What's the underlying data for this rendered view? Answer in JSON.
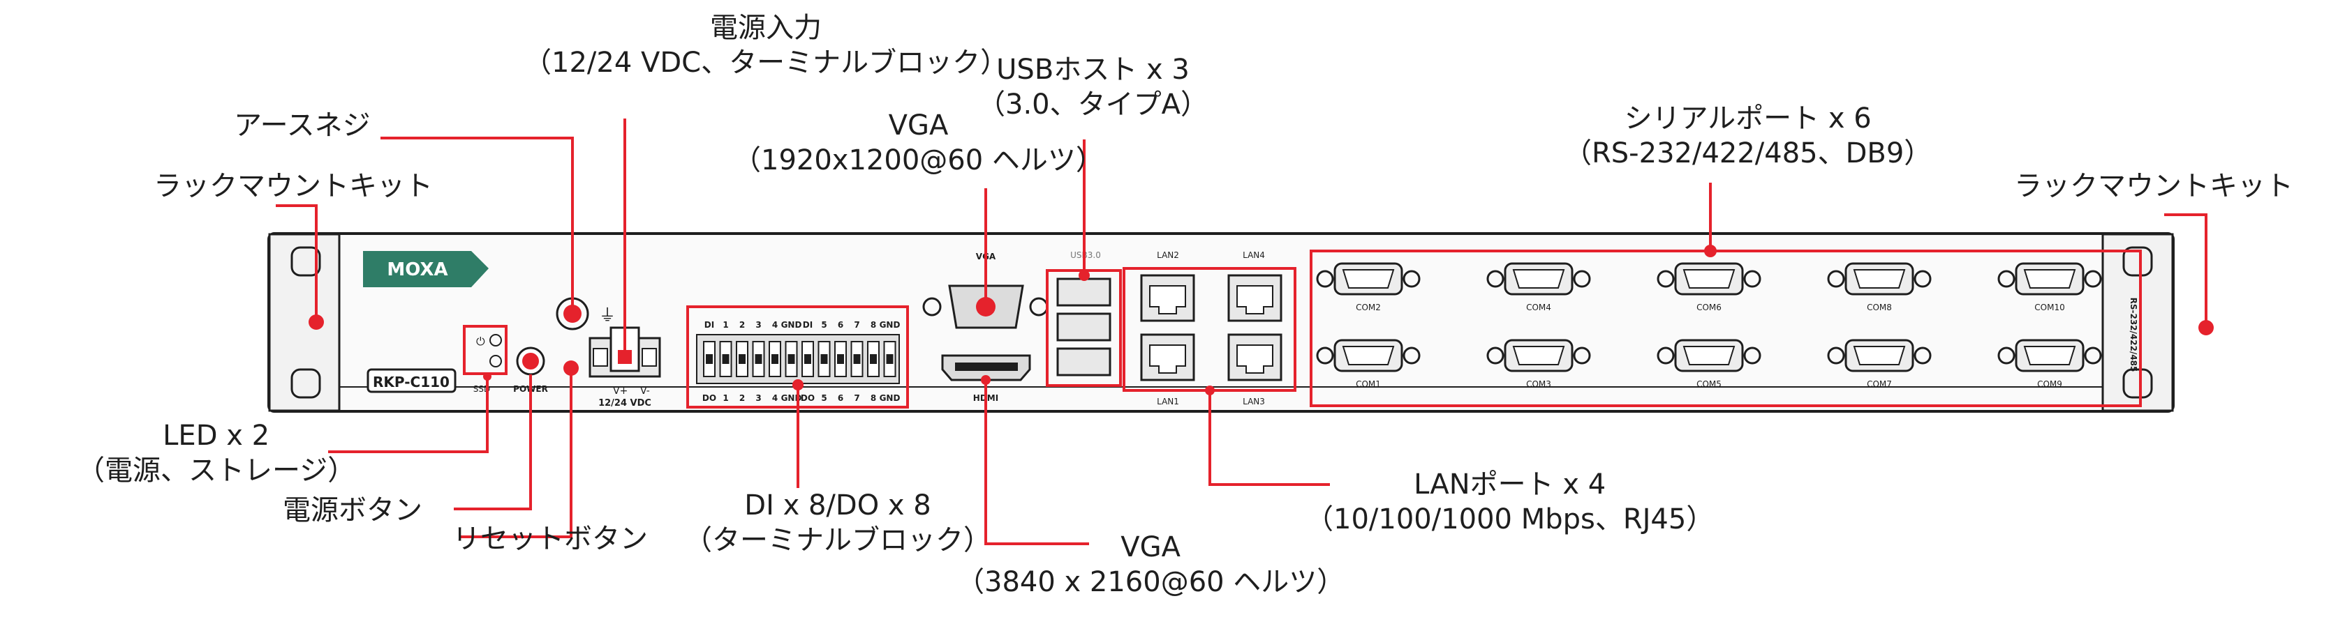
{
  "device": {
    "logo": "MOXA",
    "model": "RKP-C110",
    "panel_labels": {
      "vga_top": "VGA",
      "usb_top": "USB3.0",
      "hdmi": "HDMI",
      "power": "POWER",
      "led_ssd": "SSD",
      "power_vplus": "V+",
      "power_vminus": "V-",
      "power_rating": "12/24 VDC",
      "di_row": [
        "DI",
        "1",
        "2",
        "3",
        "4",
        "GND",
        "DI",
        "5",
        "6",
        "7",
        "8",
        "GND"
      ],
      "do_row": [
        "DO",
        "1",
        "2",
        "3",
        "4",
        "GND",
        "DO",
        "5",
        "6",
        "7",
        "8",
        "GND"
      ],
      "lan_top": [
        "LAN2",
        "LAN4"
      ],
      "lan_bottom": [
        "LAN1",
        "LAN3"
      ],
      "com_top": [
        "COM2",
        "COM4",
        "COM6",
        "COM8",
        "COM10"
      ],
      "com_bottom": [
        "COM1",
        "COM3",
        "COM5",
        "COM7",
        "COM9"
      ],
      "serial_side": "RS-232/422/485"
    }
  },
  "callouts": {
    "power_input": [
      "電源入力",
      "（12/24 VDC、ターミナルブロック）"
    ],
    "earth_screw": [
      "アースネジ"
    ],
    "rackmount_left": [
      "ラックマウントキット"
    ],
    "rackmount_right": [
      "ラックマウントキット"
    ],
    "vga_top": [
      "VGA",
      "（1920x1200@60 ヘルツ）"
    ],
    "usb_host": [
      "USBホスト x 3",
      "（3.0、タイプA）"
    ],
    "serial_ports": [
      "シリアルポート x 6",
      "（RS-232/422/485、DB9）"
    ],
    "led": [
      "LED x 2",
      "（電源、ストレージ）"
    ],
    "power_button": [
      "電源ボタン"
    ],
    "reset_button": [
      "リセットボタン"
    ],
    "dio": [
      "DI x 8/DO x 8",
      "（ターミナルブロック）"
    ],
    "hdmi_vga": [
      "VGA",
      "（3840 x 2160@60 ヘルツ）"
    ],
    "lan_ports": [
      "LANポート x 4",
      "（10/100/1000 Mbps、RJ45）"
    ]
  },
  "colors": {
    "callout_red": "#e5222c",
    "panel_fill": "#f4f4f4",
    "panel_stroke": "#1e1e1e",
    "logo_green": "#2f7d67"
  }
}
